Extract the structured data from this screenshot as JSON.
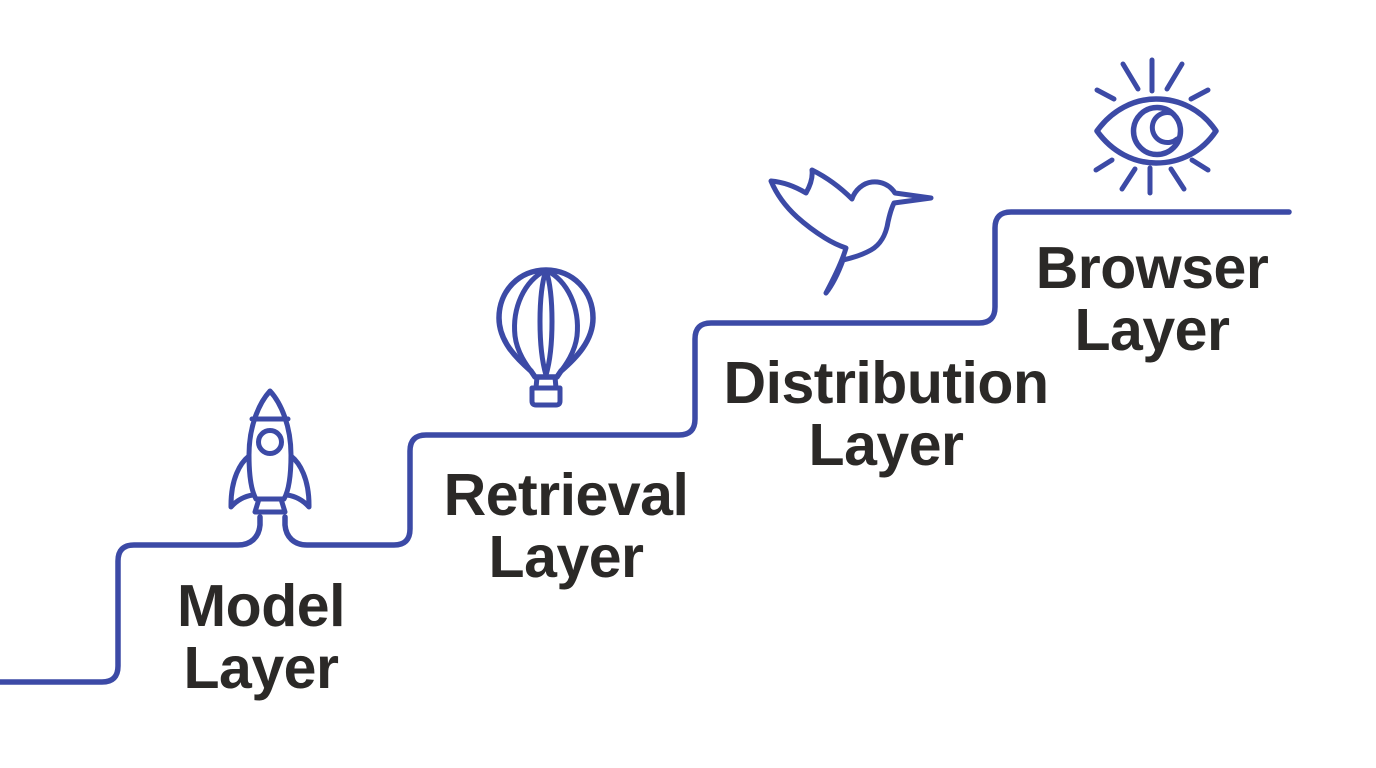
{
  "page": {
    "background": "#ffffff"
  },
  "diagram": {
    "type": "staircase-infographic",
    "line_color": "#3c4aa6",
    "text_color": "#2b2927",
    "steps": [
      {
        "name": "model",
        "icon": "rocket-icon",
        "label": [
          "Model",
          "Layer"
        ]
      },
      {
        "name": "retrieval",
        "icon": "hot-air-balloon-icon",
        "label": [
          "Retrieval",
          "Layer"
        ]
      },
      {
        "name": "distribution",
        "icon": "hummingbird-icon",
        "label": [
          "Distribution",
          "Layer"
        ]
      },
      {
        "name": "browser",
        "icon": "eye-icon",
        "label": [
          "Browser",
          "Layer"
        ]
      }
    ]
  }
}
